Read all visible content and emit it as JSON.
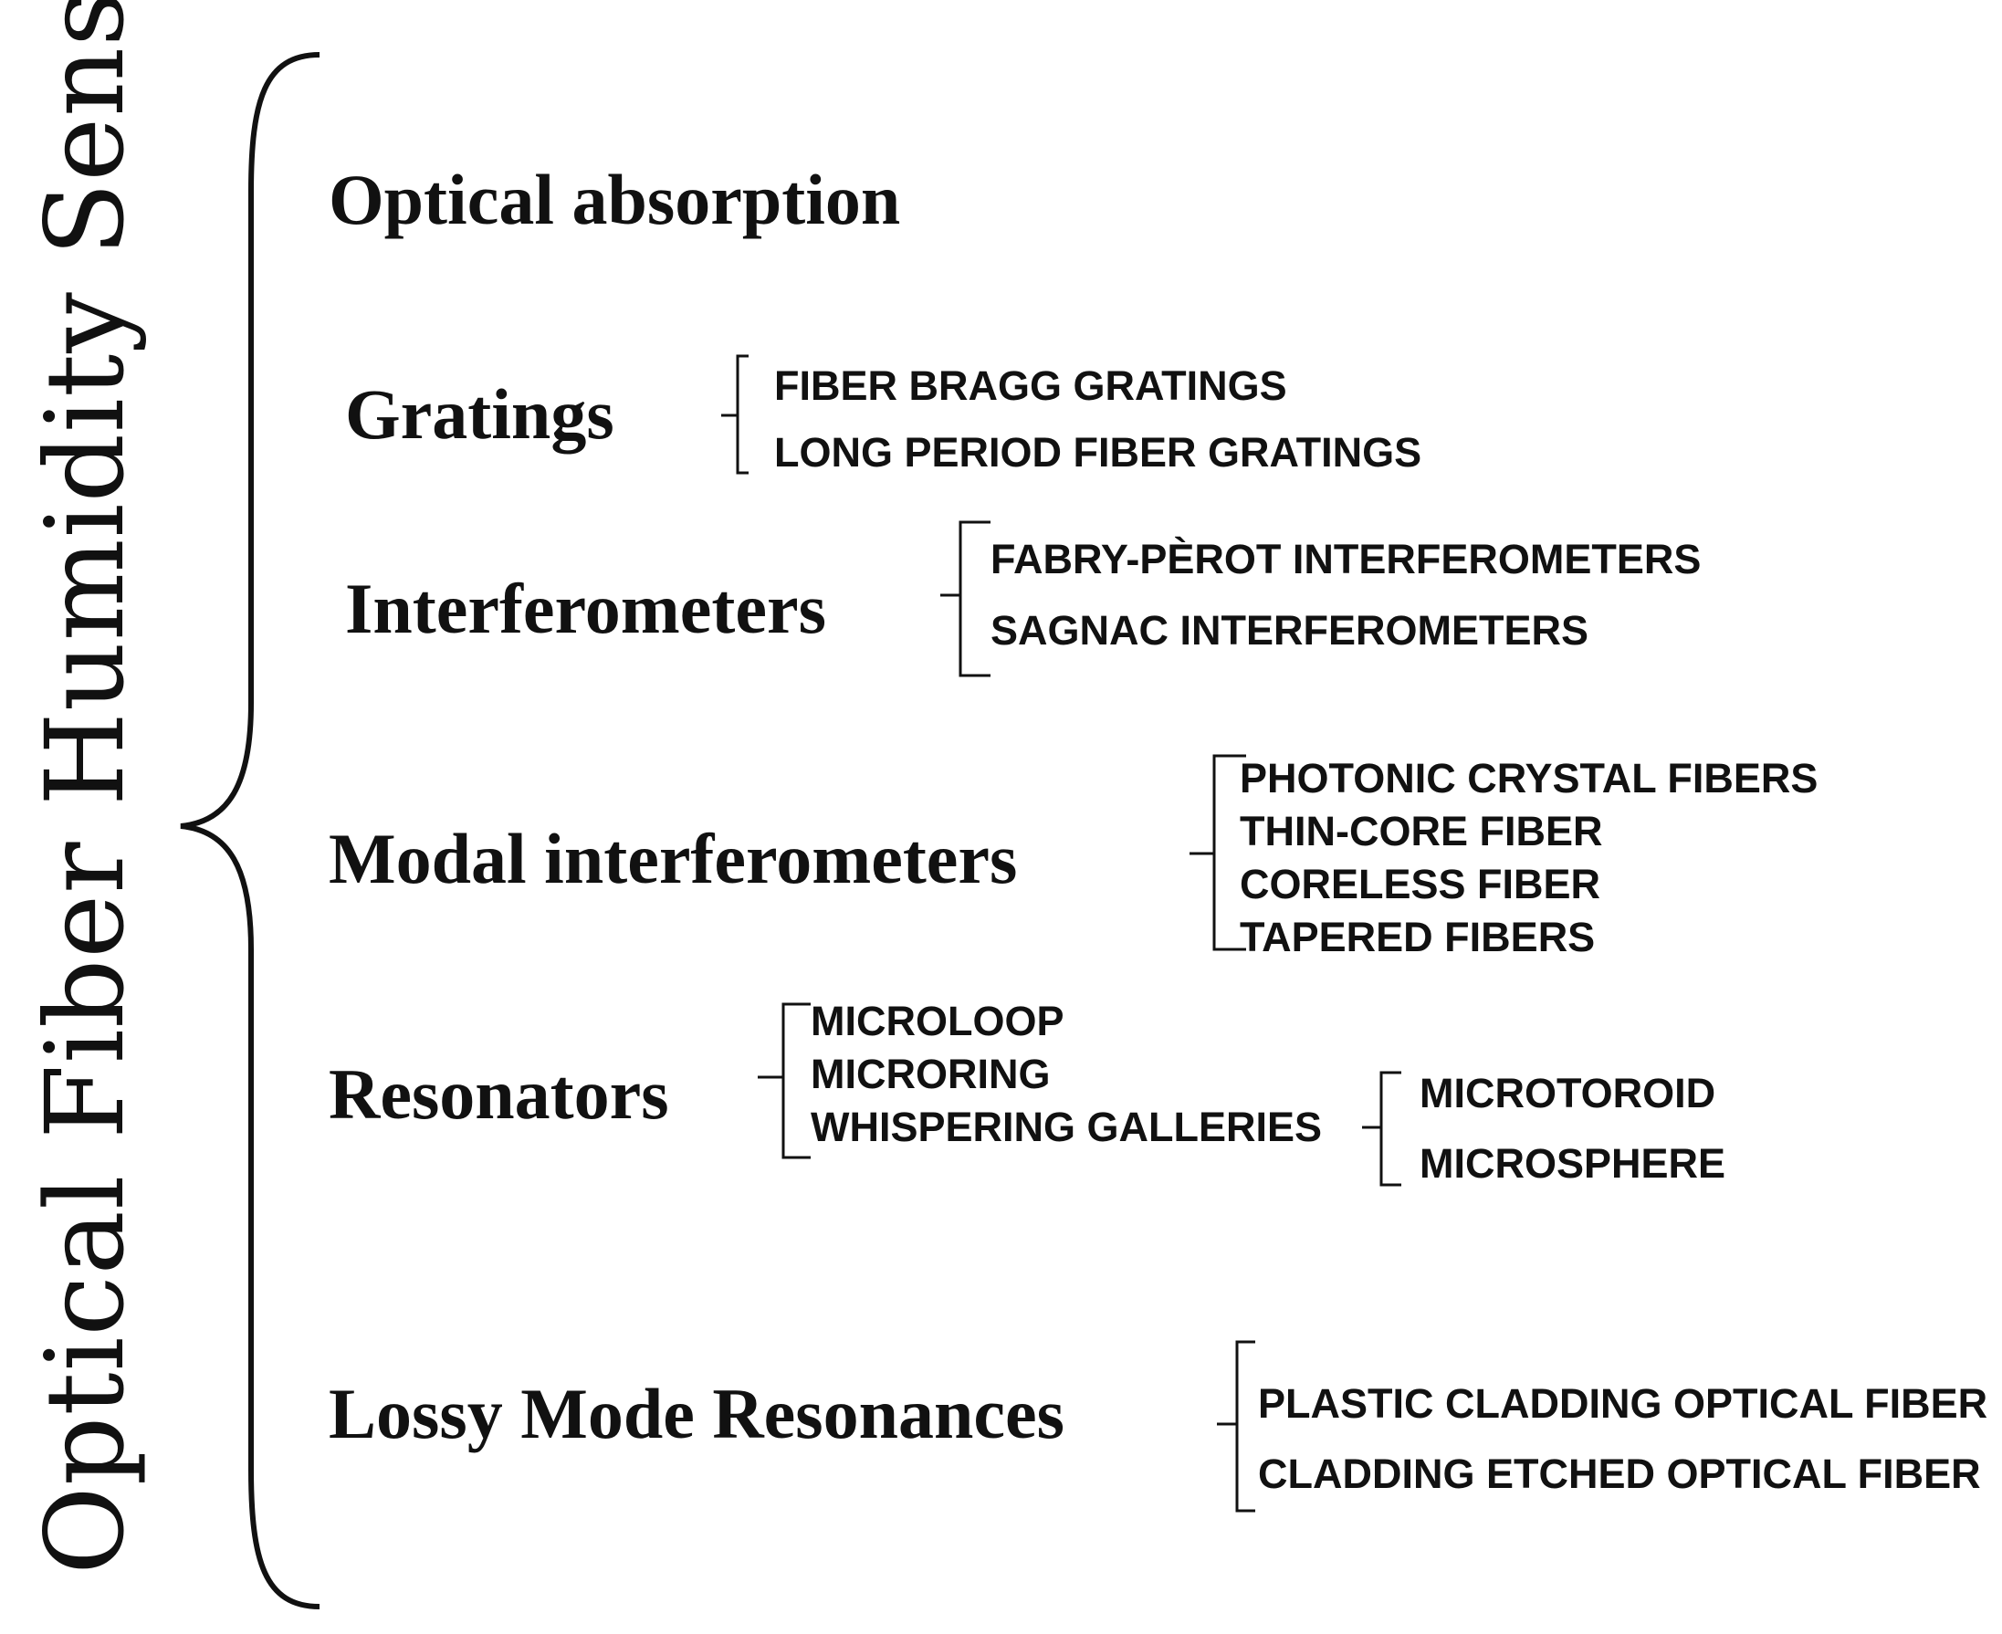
{
  "title": "Optical Fiber Humidity Sensors",
  "categories": [
    {
      "label": "Optical absorption",
      "items": []
    },
    {
      "label": "Gratings",
      "items": [
        "FIBER BRAGG GRATINGS",
        "LONG PERIOD FIBER GRATINGS"
      ]
    },
    {
      "label": "Interferometers",
      "items": [
        "FABRY-PÈROT INTERFEROMETERS",
        "SAGNAC INTERFEROMETERS"
      ]
    },
    {
      "label": "Modal interferometers",
      "items": [
        "PHOTONIC CRYSTAL FIBERS",
        "THIN-CORE FIBER",
        "CORELESS FIBER",
        "TAPERED FIBERS"
      ]
    },
    {
      "label": "Resonators",
      "items": [
        "MICROLOOP",
        "MICRORING",
        "WHISPERING GALLERIES"
      ],
      "subgroup": {
        "parent": "WHISPERING GALLERIES",
        "items": [
          "MICROTOROID",
          "MICROSPHERE"
        ]
      }
    },
    {
      "label": "Lossy Mode Resonances",
      "items": [
        "PLASTIC CLADDING OPTICAL FIBER",
        "CLADDING ETCHED OPTICAL FIBER"
      ]
    }
  ]
}
